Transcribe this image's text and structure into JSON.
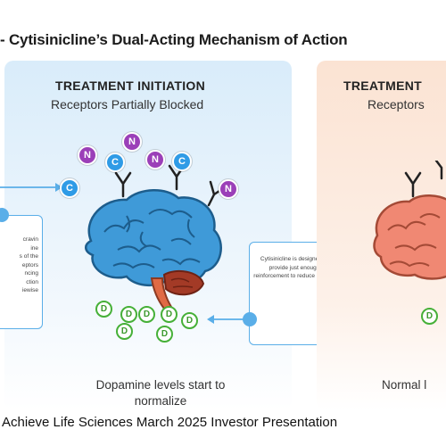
{
  "title": "- Cytisinicline’s Dual-Acting Mechanism of Action",
  "panels": [
    {
      "heading": "TREATMENT INITIATION",
      "subheading": "Receptors Partially Blocked",
      "callout_left_lines": [
        "cravin",
        "ine",
        "s of the",
        "eptors",
        "ncing",
        "ction",
        "iewise"
      ],
      "callout_right": "Cytisinicline is designed to provide just enough reinforcement to reduce craving",
      "note": "Dopamine levels start to normalize",
      "molecules_top": [
        "N",
        "N",
        "N",
        "C",
        "C",
        "C",
        "N"
      ],
      "molecules_bottom": [
        "D",
        "D",
        "D",
        "D",
        "D",
        "D",
        "D"
      ]
    },
    {
      "heading": "TREATMENT",
      "subheading": "Receptors",
      "note": "Normal l",
      "molecules_bottom": [
        "D"
      ]
    }
  ],
  "footer": "Achieve Life Sciences March 2025 Investor Presentation",
  "colors": {
    "accent_blue": "#5aaee8",
    "nicotine_purple": "#9b3fb8",
    "cytisinicline_blue": "#2f9be6",
    "dopamine_green": "#46b038",
    "brain_blue": "#3f9ad8",
    "brain_pink": "#f08873"
  }
}
